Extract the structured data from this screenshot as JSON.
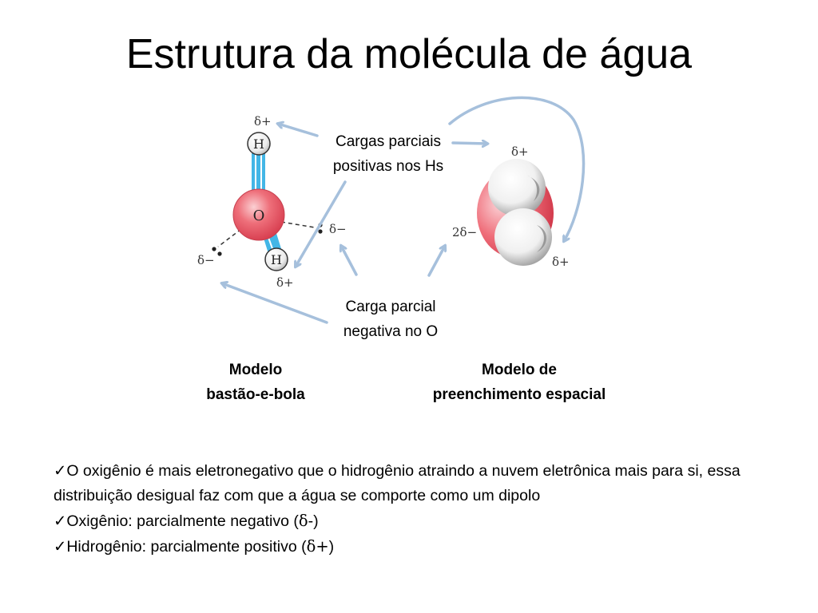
{
  "slide": {
    "title": "Estrutura da molécula de água"
  },
  "diagram": {
    "label_positive": [
      "Cargas parciais",
      "positivas nos Hs"
    ],
    "label_negative": [
      "Carga parcial",
      "negativa no O"
    ],
    "ball_stick_model": [
      "Modelo",
      "bastão-e-bola"
    ],
    "space_filling_model": [
      "Modelo de",
      "preenchimento espacial"
    ],
    "atom_O": "O",
    "atom_H": "H",
    "delta_plus": "δ+",
    "delta_minus": "δ−",
    "two_delta_minus": "2δ−",
    "colors": {
      "oxygen": "#e8505e",
      "hydrogen": "#f2f2f2",
      "bond": "#43b6e6",
      "arrow": "#a6c0dc"
    }
  },
  "bullets": {
    "check_icon": "✓",
    "b1": "O oxigênio é mais eletronegativo que o hidrogênio atraindo a nuvem eletrônica mais para si, essa distribuição desigual faz com que a água se comporte como um dipolo",
    "b2_prefix": "Oxigênio: parcialmente negativo (",
    "b2_symbol": "δ",
    "b2_suffix": "-)",
    "b3_prefix": "Hidrogênio: parcialmente positivo (",
    "b3_symbol": "δ+",
    "b3_suffix": ")"
  }
}
